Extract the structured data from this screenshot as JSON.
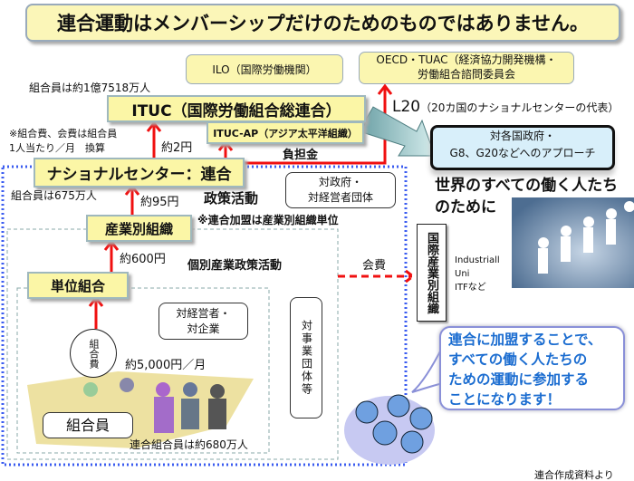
{
  "title": "連合運動はメンバーシップだけのためのものではありません。",
  "ilo": "ILO（国際労働機関）",
  "oecd": {
    "line1": "OECD・TUAC（経済協力開発機構・",
    "line2": "労働組合諮問委員会"
  },
  "ituc_members": "組合員は約1億7518万人",
  "ituc": "ITUC（国際労働組合総連合）",
  "ituc_ap": "ITUC-AP（アジア太平洋組織）",
  "note": {
    "line1": "※組合費、会費は組合員",
    "line2": "1人当たり／月　換算"
  },
  "fee_2": "約2円",
  "burden": "負担金",
  "l20": {
    "label": "L20",
    "desc": "（20カ国のナショナルセンターの代表）"
  },
  "gov": {
    "line1": "対各国政府・",
    "line2": "G8、G20などへのアプローチ"
  },
  "national_center": "ナショナルセンター：連合",
  "nc_members": "組合員は675万人",
  "fee_95": "約95円",
  "policy": "政策活動",
  "vs_gov": {
    "line1": "対政府・",
    "line2": "対経営者団体"
  },
  "industrial": "産業別組織",
  "industrial_note": "※連合加盟は産業別組織単位",
  "fee_600": "約600円",
  "industry_policy": "個別産業政策活動",
  "unit": "単位組合",
  "vs_mgmt": {
    "line1": "対経営者・",
    "line2": "対企業"
  },
  "vs_business": "対事業団体等",
  "union_fee": "組合費",
  "fee_5000": "約5,000円／月",
  "members": "組合員",
  "rengo_members": "連合組合員は約680万人",
  "kaihi": "会費",
  "intl_industrial": "国際産業別組織",
  "intl_examples": [
    "Industriall",
    "Uni",
    "ITFなど"
  ],
  "world": {
    "line1": "世界のすべての働く人たち",
    "line2": "のために"
  },
  "bubble": [
    "連合に加盟することで、",
    "すべての働く人たちの",
    "ための運動に参加する",
    "ことになります！"
  ],
  "source": "連合作成資料より"
}
